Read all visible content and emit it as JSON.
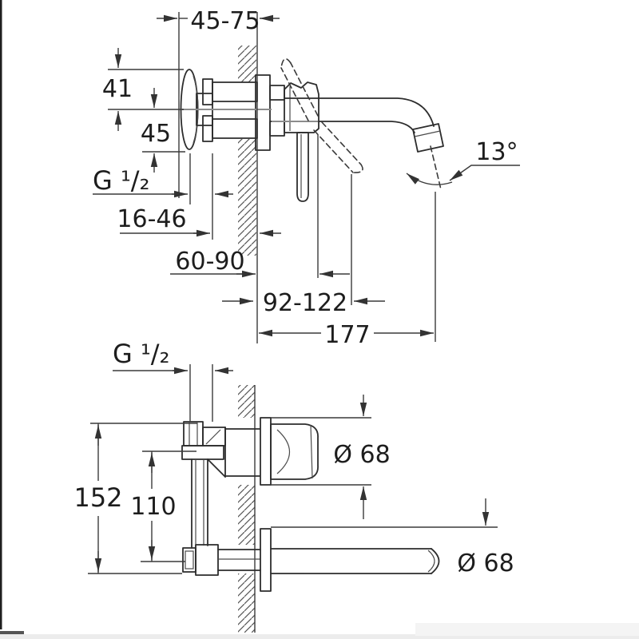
{
  "drawing": {
    "kind": "wall-mounted basin mixer installation dimension drawing",
    "colors": {
      "background": "#ffffff",
      "line": "#2d2d2d",
      "text": "#1d1d1d"
    },
    "top_view": {
      "labels": {
        "depth_range": "45-75",
        "height_41": "41",
        "height_45": "45",
        "thread": "G ¹/₂",
        "rosette_to_wall": "16-46",
        "wall_to_body": "60-90",
        "wall_to_lever": "92-122",
        "spout_reach": "177",
        "spout_angle": "13°"
      }
    },
    "bottom_view": {
      "labels": {
        "thread": "G ¹/₂",
        "plate_diameter": "Ø 68",
        "spout_plate_diameter": "Ø 68",
        "overall_height": "152",
        "spout_to_inlet": "110"
      }
    }
  }
}
